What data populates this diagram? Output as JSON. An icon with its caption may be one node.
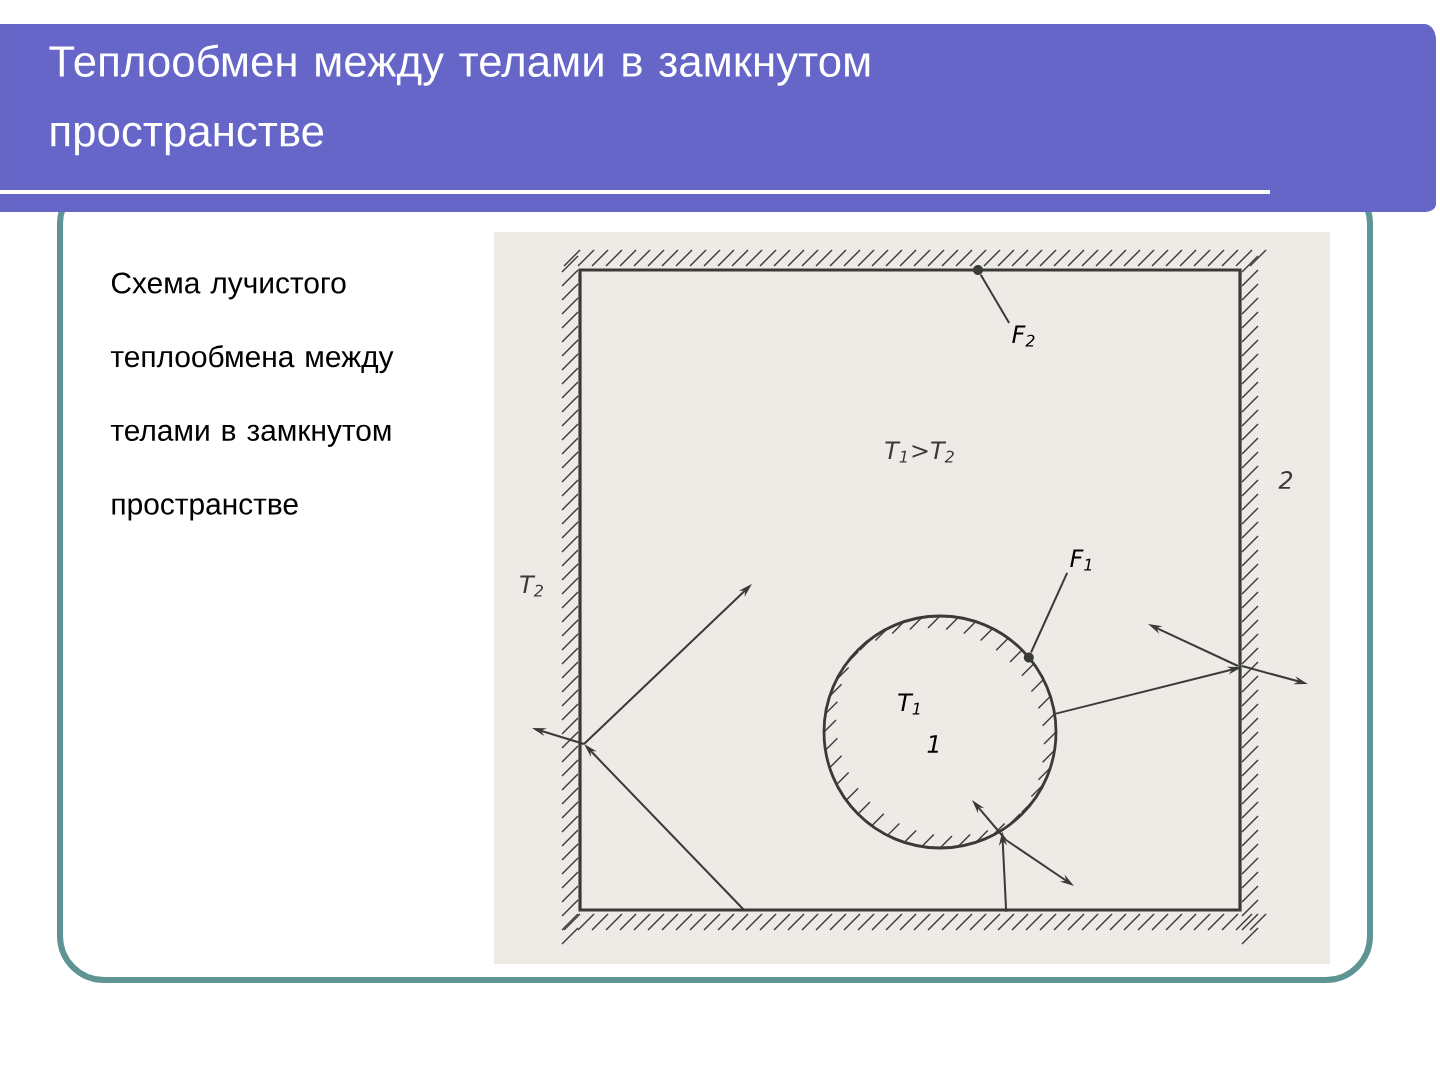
{
  "diagram": {
    "title": "Теплообмен между телами в замкнутом пространстве",
    "nodes": [
      {
        "text": [],
        "shape": "box"
      },
      {
        "text": [
          "T$_{1}$",
          "1"
        ],
        "in": 0
      },
      {
        "text": [
          "F$_{2}$"
        ],
        "in": 0
      },
      {
        "text": [
          "F$_{1}$"
        ],
        "in": 0
      },
      {
        "text": [],
        "shape": "circle"
      },
      {
        "text": [],
        "shape": "circle",
        "in": 0
      }
    ],
    "edges": [
      {
        "from": 2,
        "to": 4,
        "arrow": "none"
      },
      {
        "from": 3,
        "to": 5,
        "arrow": "none"
      },
      {
        "from": 1,
        "to": 0,
        "arrow": "to"
      },
      {
        "from": 0,
        "to": 1,
        "arrow": "to"
      }
    ],
    "labels": [
      "Схема лучистого теплообмена между телами в замкнутом пространстве",
      "T$_{1}$>T$_{2}$",
      "2",
      "T$_{2}$"
    ]
  }
}
